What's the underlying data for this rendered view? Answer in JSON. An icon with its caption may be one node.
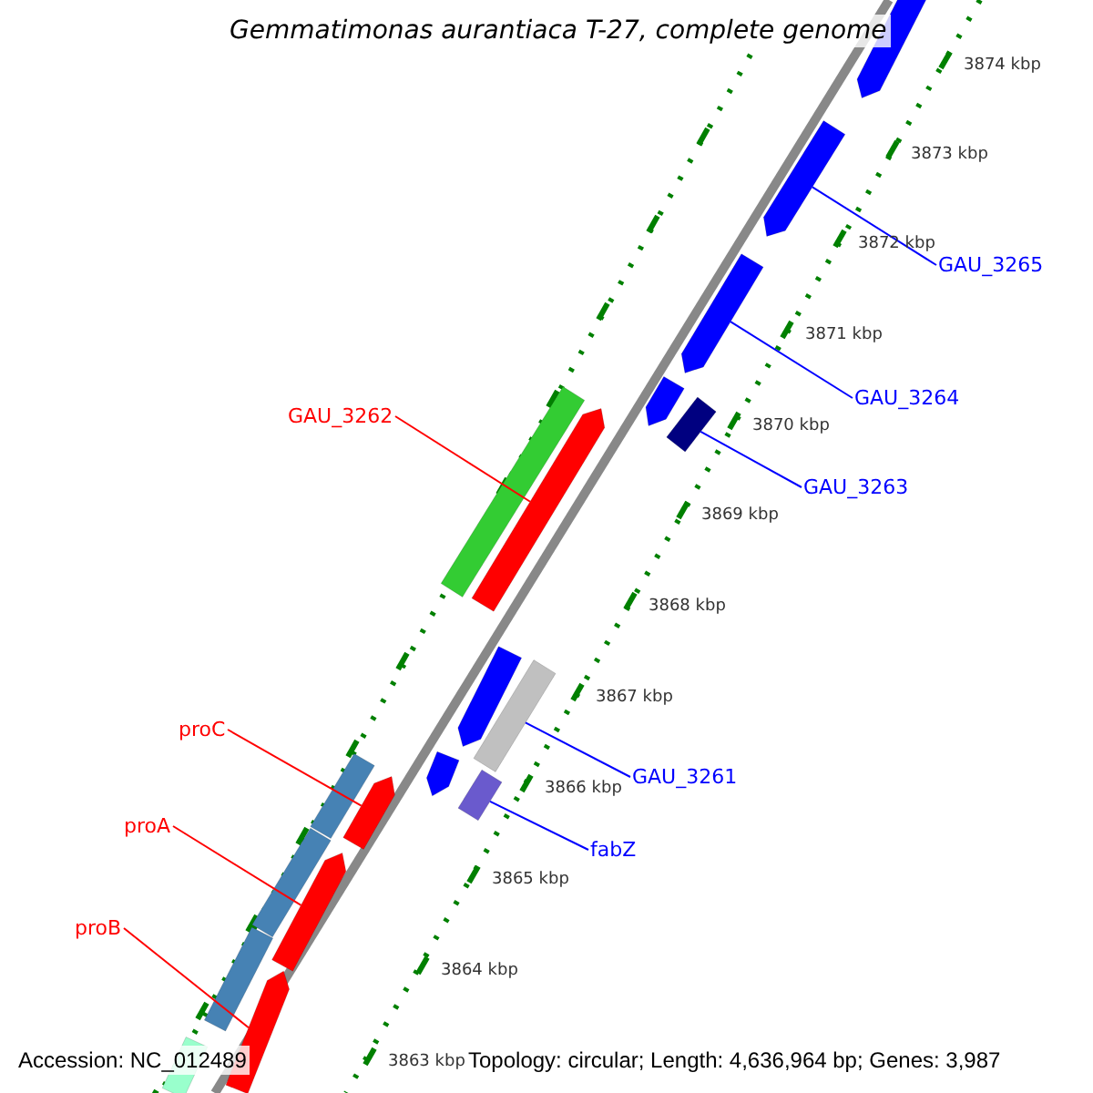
{
  "diagram": {
    "title": "Gemmatimonas aurantiaca T-27, complete genome",
    "nodes": [
      {
        "text": [
          "GAU_3265"
        ]
      },
      {
        "text": [
          "GAU_3264"
        ]
      },
      {
        "text": [
          "GAU_3262"
        ]
      },
      {
        "text": [
          "GAU_3263"
        ]
      },
      {
        "text": [
          "proC"
        ]
      },
      {
        "text": [
          "GAU_3261"
        ]
      },
      {
        "text": [
          "proA"
        ]
      },
      {
        "text": [
          "fabZ"
        ]
      },
      {
        "text": [
          "proB"
        ]
      },
      {
        "text": [],
        "shape": "bar"
      },
      {
        "text": [],
        "shape": "bar"
      },
      {
        "text": [],
        "shape": "bar"
      },
      {
        "text": [],
        "shape": "bar"
      },
      {
        "text": [],
        "shape": "bar"
      },
      {
        "text": [],
        "shape": "bar"
      },
      {
        "text": [],
        "shape": "bar"
      },
      {
        "text": [],
        "shape": "bar"
      },
      {
        "text": [],
        "shape": "bar"
      },
      {
        "text": [],
        "shape": "bar"
      },
      {
        "text": [],
        "shape": "bar"
      },
      {
        "text": [],
        "shape": "bar"
      },
      {
        "text": [],
        "shape": "bar"
      },
      {
        "text": [],
        "shape": "bar"
      },
      {
        "text": [],
        "shape": "bar"
      },
      {
        "text": [],
        "shape": "bar"
      },
      {
        "text": [],
        "shape": "bar"
      },
      {
        "text": [],
        "shape": "bar"
      }
    ],
    "edges": [
      {
        "from": 0,
        "to": 10,
        "arrow": "none"
      },
      {
        "from": 1,
        "to": 11,
        "arrow": "none"
      },
      {
        "from": 2,
        "to": 15,
        "arrow": "none",
        "color": "#ff0000"
      },
      {
        "from": 3,
        "to": 13,
        "arrow": "none"
      },
      {
        "from": 4,
        "to": 21,
        "arrow": "none",
        "color": "#ff0000"
      },
      {
        "from": 5,
        "to": 17,
        "arrow": "none"
      },
      {
        "from": 6,
        "to": 23,
        "arrow": "none",
        "color": "#ff0000"
      },
      {
        "from": 7,
        "to": 19,
        "arrow": "none"
      },
      {
        "from": 8,
        "to": 25,
        "arrow": "none",
        "color": "#ff0000"
      }
    ],
    "labels": [
      "3874 kbp",
      "3873 kbp",
      "3872 kbp",
      "3871 kbp",
      "3870 kbp",
      "3869 kbp",
      "3868 kbp",
      "3867 kbp",
      "3866 kbp",
      "3865 kbp",
      "3864 kbp",
      "3863 kbp",
      "Accession: NC_012489",
      "Topology: circular; Length: 4,636,964 bp; Genes: 3,987"
    ]
  }
}
